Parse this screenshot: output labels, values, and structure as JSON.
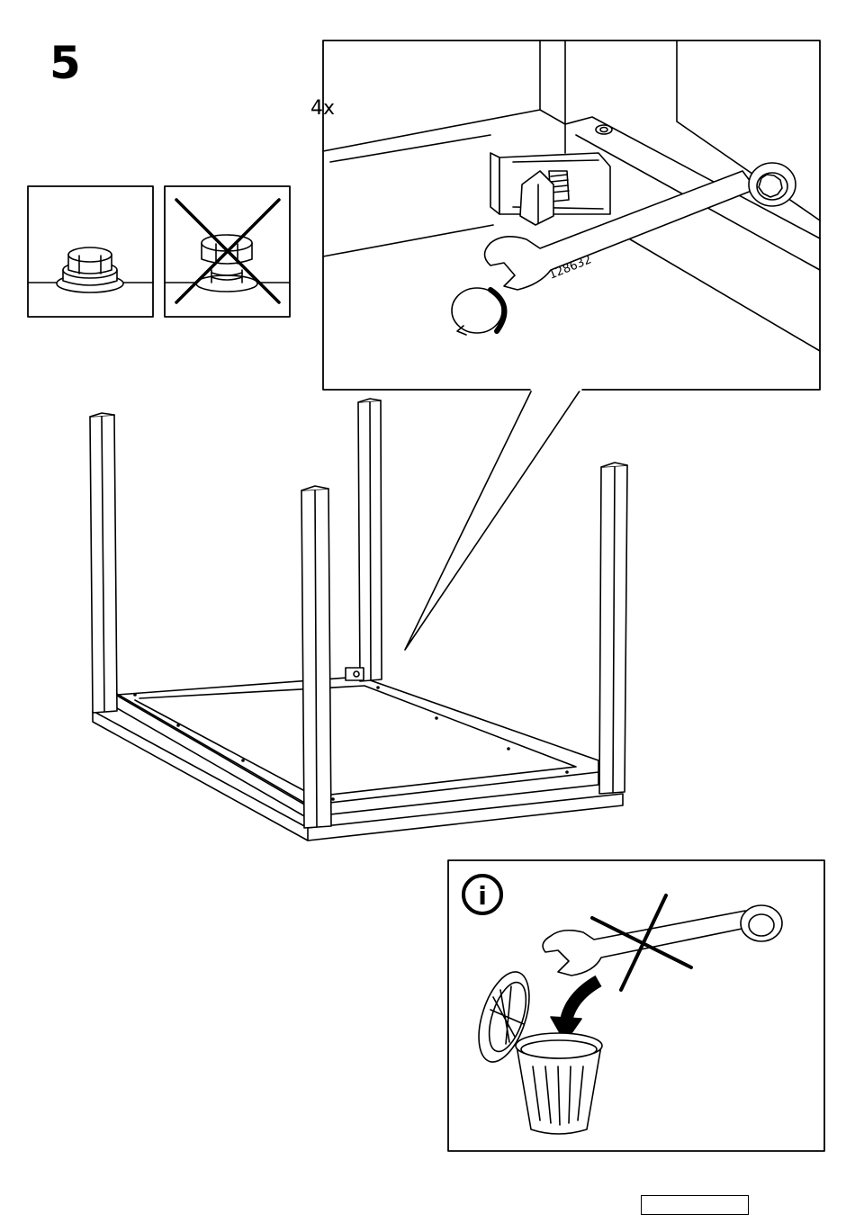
{
  "step": {
    "number": "5"
  },
  "detail": {
    "quantity": "4x",
    "wrench_part_number": "128632"
  },
  "tips": {
    "correct": {
      "status": "correct"
    },
    "incorrect": {
      "status": "incorrect"
    }
  },
  "info_panel": {
    "icon": "info-icon",
    "symbol": "i"
  },
  "colors": {
    "line": "#000000",
    "background": "#ffffff",
    "shade": "#d9d9d9"
  }
}
